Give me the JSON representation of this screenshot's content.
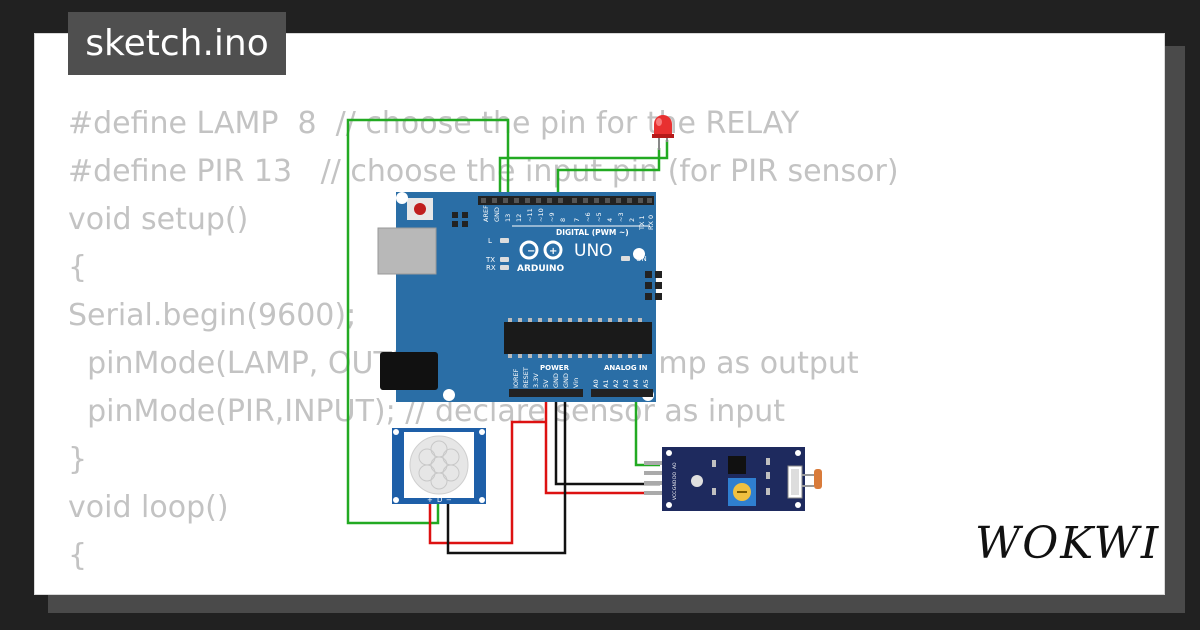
{
  "header": {
    "title": "sketch.ino"
  },
  "code_lines": [
    "#define LAMP  8  // choose the pin for the RELAY",
    "#define PIR 13   // choose the input pin (for PIR sensor)",
    "void setup()",
    "{",
    "Serial.begin(9600);",
    "  pinMode(LAMP, OUTPUT); // declare lamp as output",
    "  pinMode(PIR,INPUT); // declare sensor as input",
    "}",
    "void loop()",
    "{"
  ],
  "board": {
    "brand": "ARDUINO",
    "model": "UNO",
    "digital_label": "DIGITAL (PWM ~)",
    "power_label": "POWER",
    "analog_label": "ANALOG IN",
    "digital_pins": [
      "AREF",
      "GND",
      "13",
      "12",
      "~11",
      "~10",
      "~9",
      "8",
      "7",
      "~6",
      "~5",
      "4",
      "~3",
      "2",
      "TX 1",
      "RX 0"
    ],
    "power_pins": [
      "IOREF",
      "RESET",
      "3.3V",
      "5V",
      "GND",
      "GND",
      "Vin"
    ],
    "analog_pins": [
      "A0",
      "A1",
      "A2",
      "A3",
      "A4",
      "A5"
    ],
    "led_labels": {
      "L": "L",
      "TX": "TX",
      "RX": "RX",
      "ON": "ON"
    }
  },
  "pir": {
    "pins": [
      "+",
      "D",
      "−"
    ]
  },
  "ldr_module": {
    "pins": [
      "AO",
      "DO",
      "GND",
      "VCC"
    ]
  },
  "brand": {
    "logo": "WOKWI"
  },
  "colors": {
    "board": "#2a6ea6",
    "wire_green": "#22aa22",
    "wire_red": "#dd1111",
    "wire_black": "#111111",
    "module": "#1e2a5e",
    "led": "#e83030"
  },
  "icons": [
    "arduino-infinity-icon",
    "reset-button-icon",
    "pir-lens-icon",
    "potentiometer-icon"
  ]
}
